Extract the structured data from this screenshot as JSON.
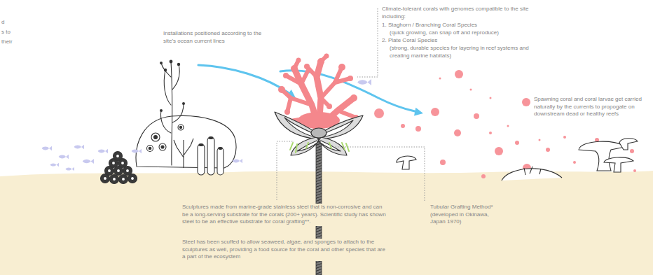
{
  "diagram": {
    "labels": [
      "d",
      "s to",
      "their",
      "Installations positioned according to the site's ocean current lines",
      "Climate-tolerant corals with genomes compatible to the site including:",
      "1. Staghorn / Branching Coral Species",
      "(quick growing, can snap off and reproduce)",
      "2. Plate Coral Species",
      "(strong, durable species for layering in reef systems and creating marine habitats)",
      "Sculptures made from marine-grade stainless steel that is non-corrosive and can be a long-serving substrate for the corals (200+ years). Scientific study has shown steel to be an effective substrate for coral grafting**.",
      "Steel has been scuffed to allow seaweed, algae, and sponges to attach to the sculptures as well, providing a food source for the coral and other species that are a part of the ecosystem",
      "Tubular Grafting Method* (developed in Okinawa, Japan 1970)",
      "Spawning coral and coral larvae get carried naturally by the currents to propogate on downstream dead or healthy reefs"
    ]
  }
}
